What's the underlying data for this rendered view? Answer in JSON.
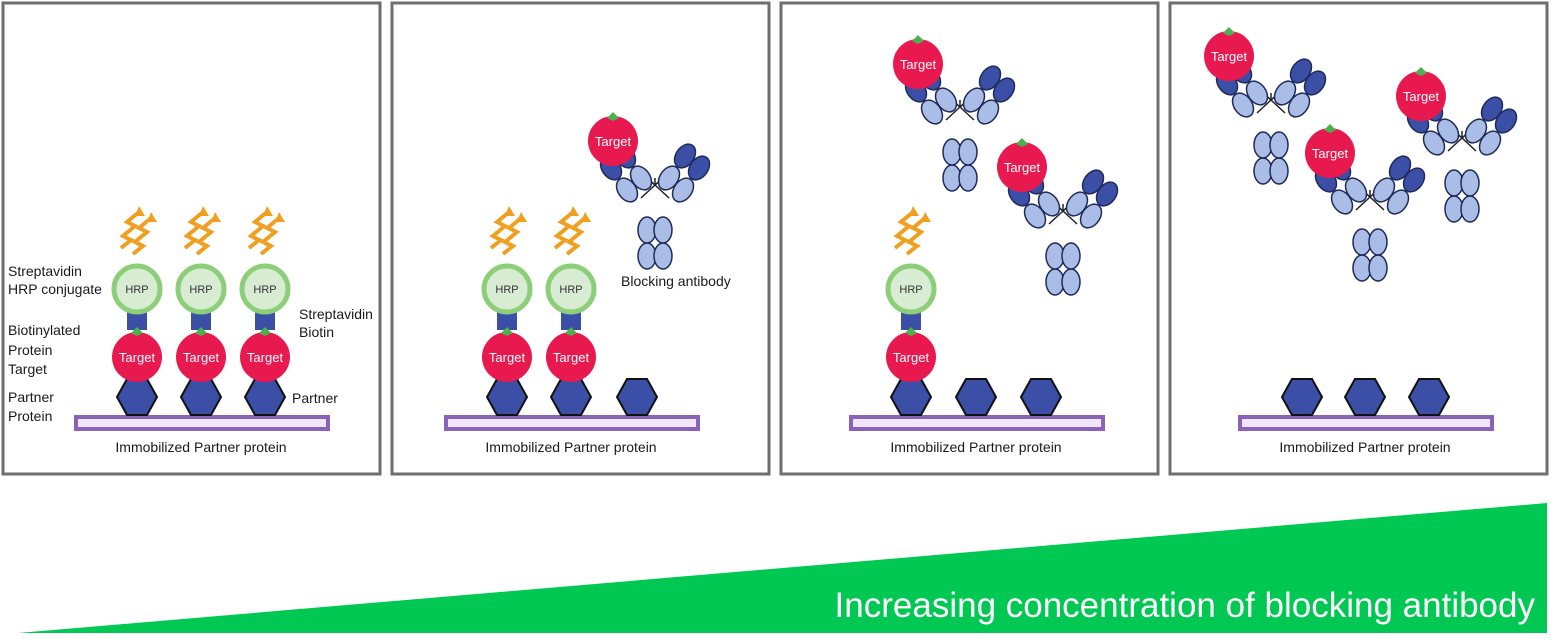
{
  "colors": {
    "panel_border": "#6e6e6e",
    "target": "#e8194f",
    "partner": "#3a4fa5",
    "streptavidin": "#3a4fa5",
    "hrp_ring": "#8ccf78",
    "hrp_fill": "#d8ecd3",
    "signal": "#f0a020",
    "surface": "#8a62b8",
    "antibody_dark": "#3a4fa5",
    "antibody_light": "#a9bde6",
    "banner": "#00c853"
  },
  "labels": {
    "target": "Target",
    "hrp": "HRP",
    "surface_caption": "Immobilized Partner protein",
    "strep_hrp_line1": "Streptavidin",
    "strep_hrp_line2": "HRP conjugate",
    "biotin_line1": "Biotinylated",
    "biotin_line2": "Protein",
    "biotin_line3": "Target",
    "partner_protein_line1": "Partner",
    "partner_protein_line2": "Protein",
    "strep_biotin_line1": "Streptavidin",
    "strep_biotin_line2": "Biotin",
    "partner_right": "Partner",
    "blocking_antibody": "Blocking antibody"
  },
  "panels": [
    {
      "bound_complexes": 3,
      "free_partners": 0,
      "antibody_complexes": 0
    },
    {
      "bound_complexes": 2,
      "free_partners": 1,
      "antibody_complexes": 1
    },
    {
      "bound_complexes": 1,
      "free_partners": 2,
      "antibody_complexes": 2
    },
    {
      "bound_complexes": 0,
      "free_partners": 3,
      "antibody_complexes": 3
    }
  ],
  "banner": {
    "text": "Increasing concentration of blocking antibody"
  }
}
